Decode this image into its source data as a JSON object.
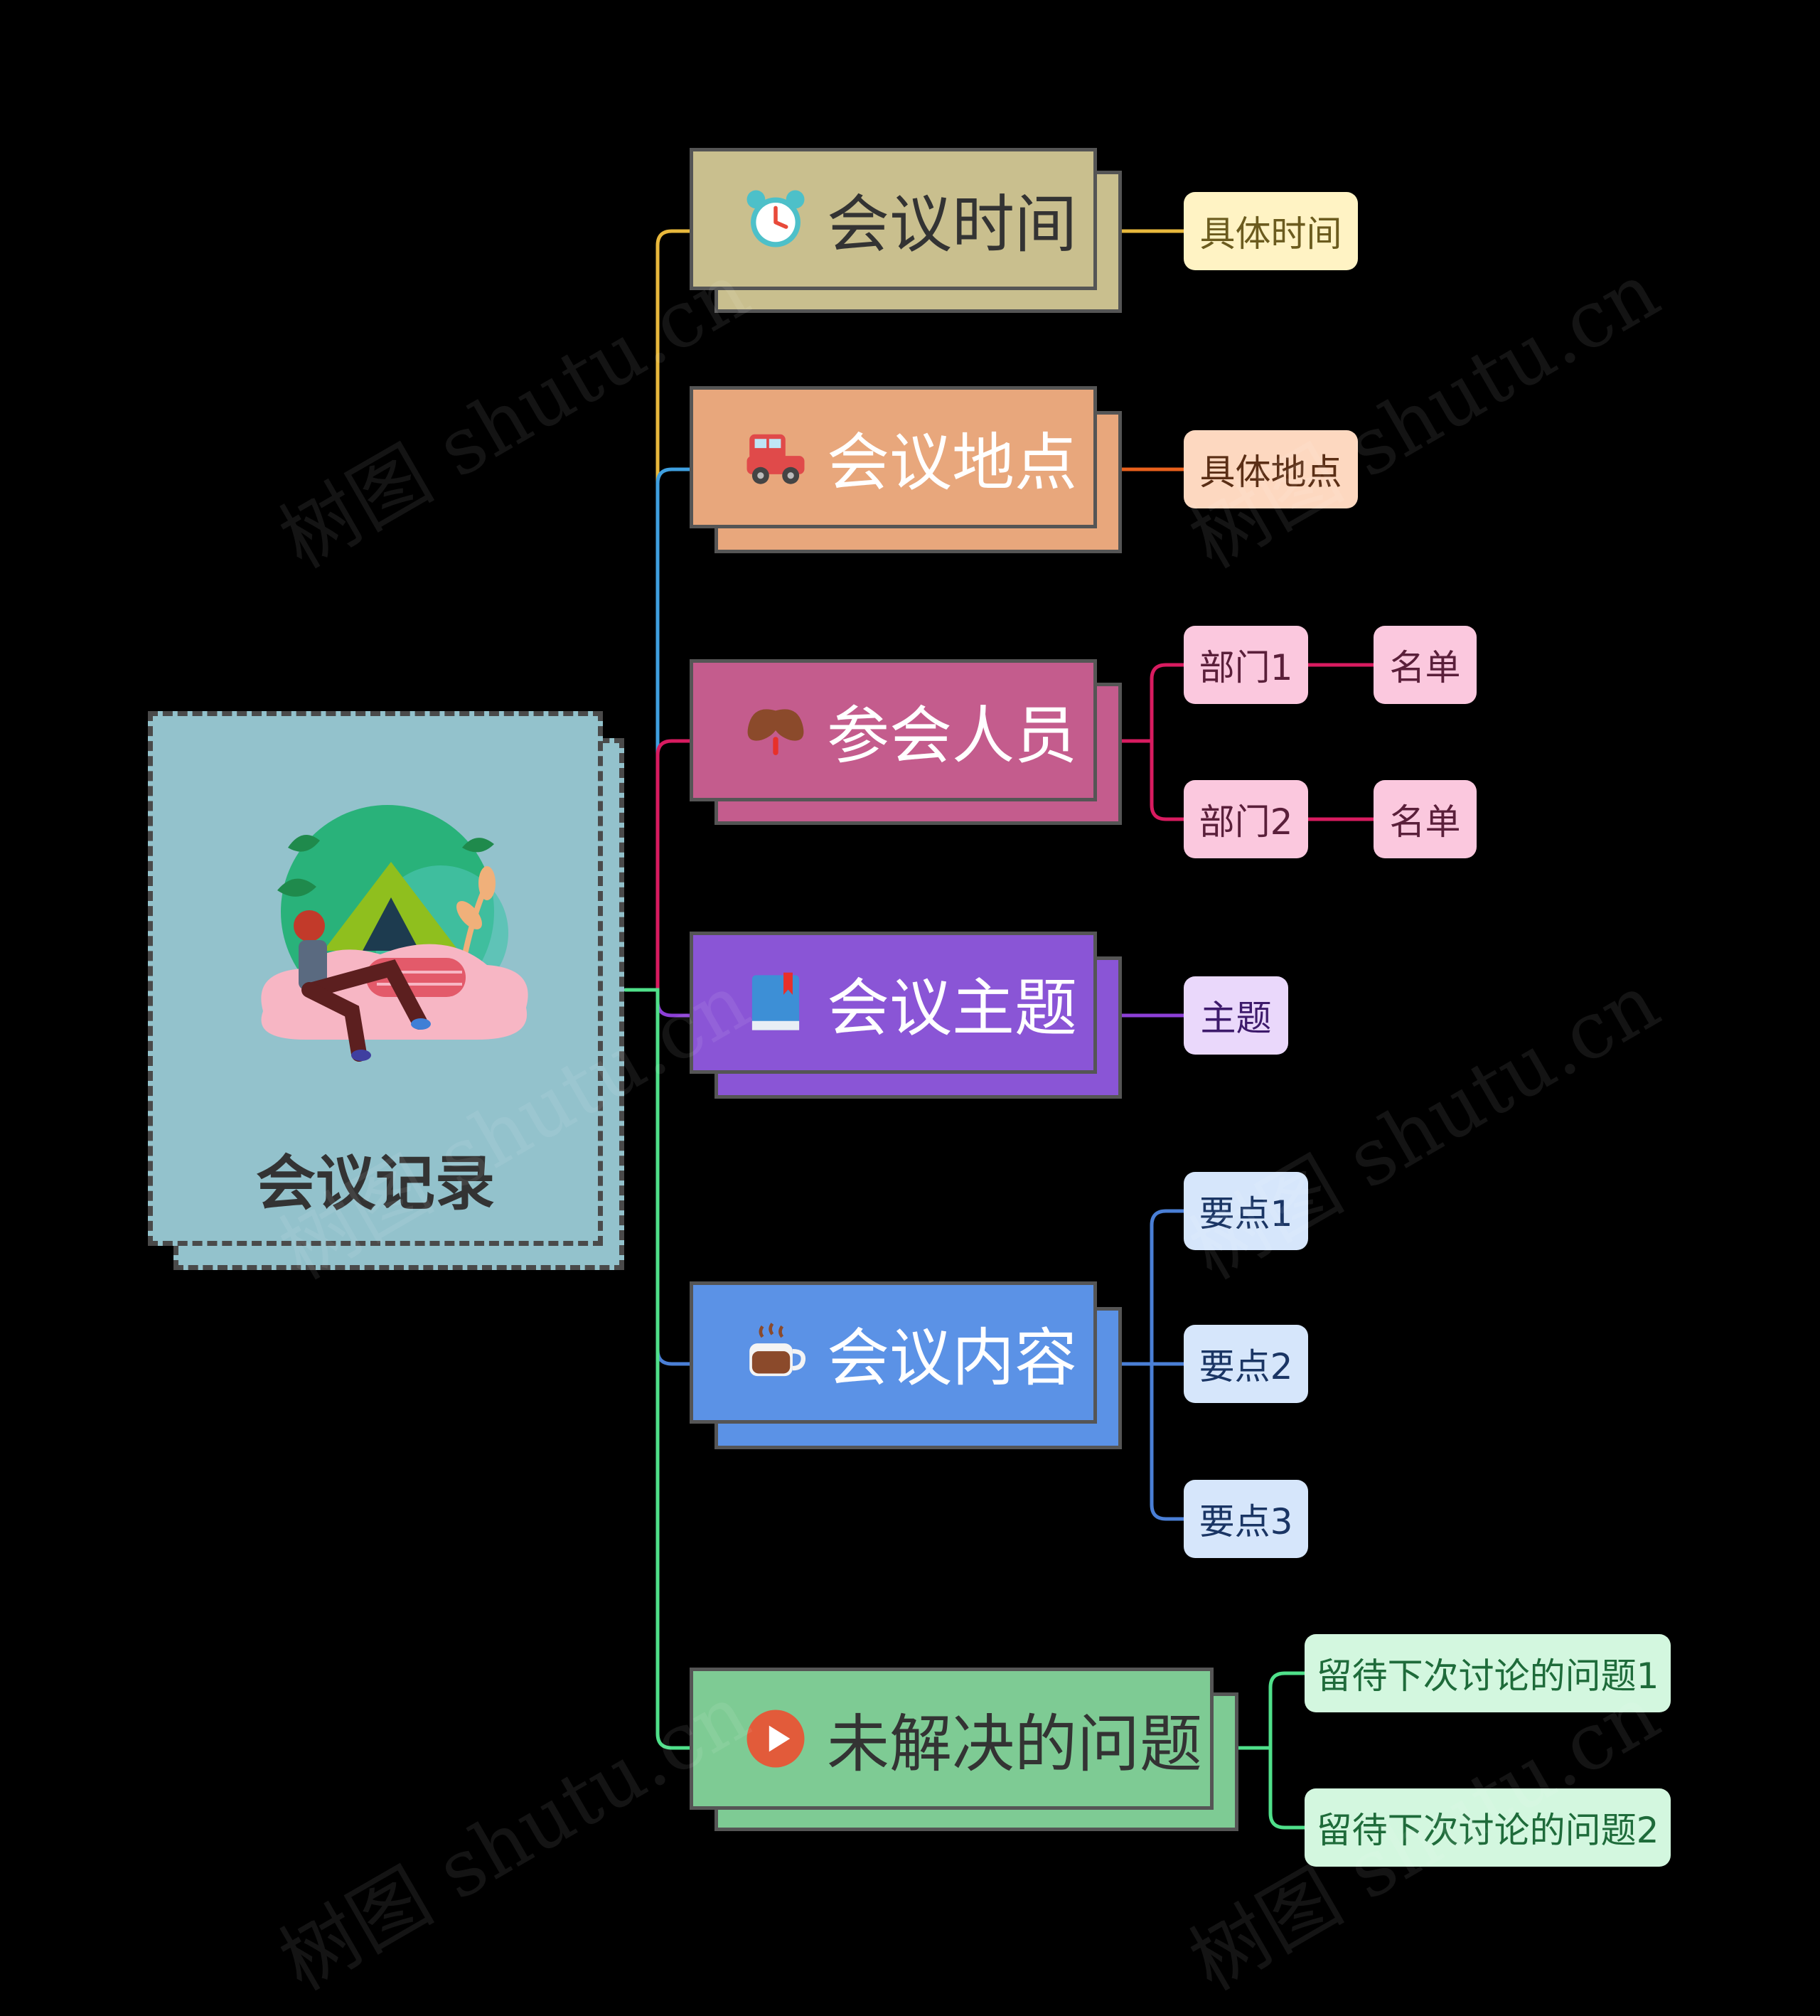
{
  "root": {
    "label": "会议记录"
  },
  "colors": {
    "time": "#c9bf8e",
    "place": "#e8a77c",
    "people": "#c45c8d",
    "topic": "#8a55d6",
    "content": "#5b92e6",
    "issues": "#7ecb94"
  },
  "branches": [
    {
      "label": "会议时间",
      "icon": "alarm-clock-icon",
      "children": [
        {
          "label": "具体时间"
        }
      ]
    },
    {
      "label": "会议地点",
      "icon": "car-icon",
      "children": [
        {
          "label": "具体地点"
        }
      ]
    },
    {
      "label": "参会人员",
      "icon": "mustache-icon",
      "children": [
        {
          "label": "部门1",
          "child": {
            "label": "名单"
          }
        },
        {
          "label": "部门2",
          "child": {
            "label": "名单"
          }
        }
      ]
    },
    {
      "label": "会议主题",
      "icon": "book-icon",
      "children": [
        {
          "label": "主题"
        }
      ]
    },
    {
      "label": "会议内容",
      "icon": "coffee-cup-icon",
      "children": [
        {
          "label": "要点1"
        },
        {
          "label": "要点2"
        },
        {
          "label": "要点3"
        }
      ]
    },
    {
      "label": "未解决的问题",
      "icon": "play-button-icon",
      "children": [
        {
          "label": "留待下次讨论的问题1"
        },
        {
          "label": "留待下次讨论的问题2"
        }
      ]
    }
  ],
  "watermark": {
    "text": "树图 shutu.cn"
  }
}
